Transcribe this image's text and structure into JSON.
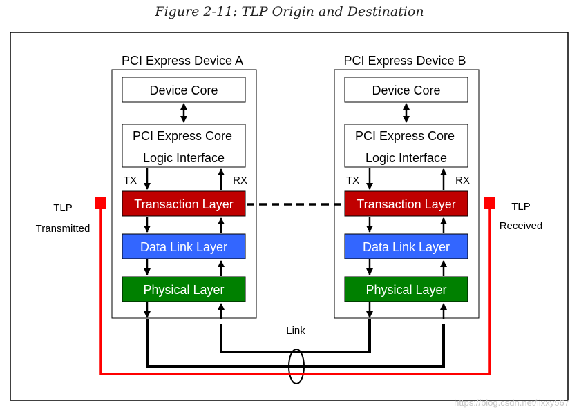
{
  "caption": "Figure 2-11: TLP Origin and Destination",
  "device_a": {
    "title": "PCI Express Device A",
    "core": "Device Core",
    "logic_line1": "PCI Express Core",
    "logic_line2": "Logic Interface",
    "tx": "TX",
    "rx": "RX",
    "transaction": "Transaction Layer",
    "datalink": "Data Link Layer",
    "physical": "Physical Layer"
  },
  "device_b": {
    "title": "PCI Express Device B",
    "core": "Device Core",
    "logic_line1": "PCI Express Core",
    "logic_line2": "Logic Interface",
    "tx": "TX",
    "rx": "RX",
    "transaction": "Transaction Layer",
    "datalink": "Data Link Layer",
    "physical": "Physical Layer"
  },
  "tlp_left": {
    "line1": "TLP",
    "line2": "Transmitted"
  },
  "tlp_right": {
    "line1": "TLP",
    "line2": "Received"
  },
  "link_label": "Link",
  "watermark": "https://blog.csdn.net/lixxy567",
  "colors": {
    "transaction": "#c00000",
    "datalink": "#3366ff",
    "physical": "#008000",
    "tlp_path": "#ff0000"
  }
}
